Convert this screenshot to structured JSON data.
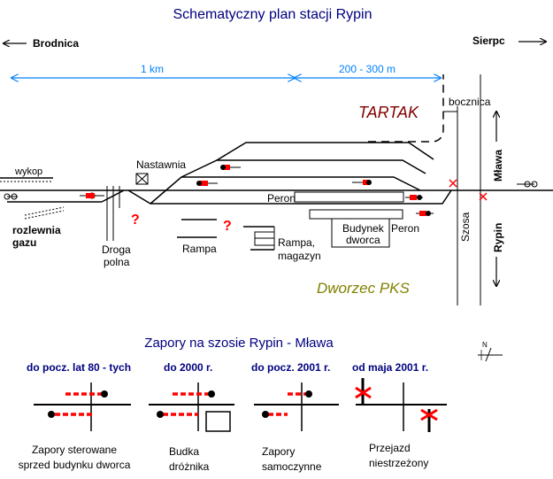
{
  "title": "Schematyczny plan stacji Rypin",
  "directions": {
    "left": "Brodnica",
    "right": "Sierpc"
  },
  "distances": {
    "first": "1 km",
    "second": "200 - 300 m"
  },
  "labels": {
    "tartak": "TARTAK",
    "bocznica": "bocznica",
    "wykop": "wykop",
    "rozlewnia_line1": "rozlewnia",
    "rozlewnia_line2": "gazu",
    "nastawnia": "Nastawnia",
    "peron_main": "Peron",
    "peron_right": "Peron",
    "budynek_line1": "Budynek",
    "budynek_line2": "dworca",
    "droga_line1": "Droga",
    "droga_line2": "polna",
    "rampa": "Rampa",
    "rampa_mag_line1": "Rampa,",
    "rampa_mag_line2": "magazyn",
    "szosa": "Szosa",
    "mlawa": "Mława",
    "rypin": "Rypin",
    "dworzec_pks": "Dworzec PKS",
    "unknown_mark": "?"
  },
  "zapory": {
    "title": "Zapory na szosie Rypin - Mława",
    "periods": [
      {
        "heading": "do pocz. lat 80 - tych",
        "caption_line1": "Zapory sterowane",
        "caption_line2": "sprzed budynku dworca"
      },
      {
        "heading": "do 2000 r.",
        "caption_line1": "Budka",
        "caption_line2": "dróżnika"
      },
      {
        "heading": "do pocz. 2001 r.",
        "caption_line1": "Zapory",
        "caption_line2": "samoczynne"
      },
      {
        "heading": "od maja 2001 r.",
        "caption_line1": "Przejazd",
        "caption_line2": "niestrzeżony"
      }
    ]
  },
  "compass": {
    "north": "N"
  },
  "colors": {
    "title_navy": "#000080",
    "distance_blue": "#0080ff",
    "tartak_red": "#800000",
    "pks_olive": "#808000",
    "barrier_red": "#ff0000",
    "question_red": "#ff0000",
    "track": "#000000"
  },
  "icons": {
    "arrow": "arrow-icon",
    "signal": "signal-icon",
    "buffer_stop": "buffer-stop-icon",
    "crossing_x": "crossing-x-icon",
    "signal_box": "signal-box-icon",
    "compass": "compass-icon"
  }
}
